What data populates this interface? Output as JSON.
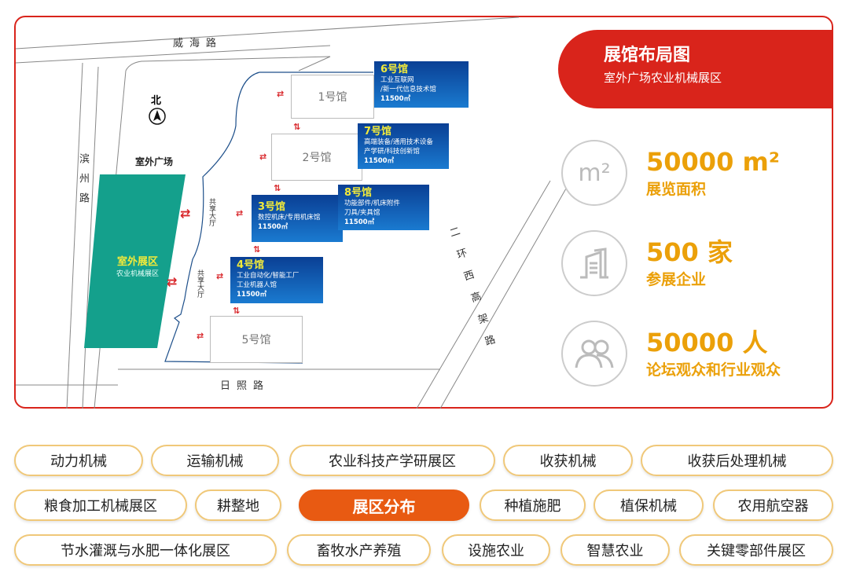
{
  "map": {
    "roads": {
      "north": "威海路",
      "west": "滨州路",
      "south": "日照路",
      "east": "二环西高架路"
    },
    "north_label": "北",
    "plaza_label": "室外广场",
    "outdoor_zone": {
      "title": "室外展区",
      "subtitle": "农业机械展区"
    },
    "lobby_label": "共享大厅",
    "halls_white": [
      "1号馆",
      "2号馆",
      "5号馆"
    ],
    "halls_blue": [
      {
        "title": "6号馆",
        "lines": [
          "工业互联网",
          "/新一代信息技术馆"
        ],
        "area": "11500㎡"
      },
      {
        "title": "7号馆",
        "lines": [
          "高端装备/通用技术设备",
          "产学研/科技创新馆"
        ],
        "area": "11500㎡"
      },
      {
        "title": "3号馆",
        "lines": [
          "数控机床/专用机床馆"
        ],
        "area": "11500㎡"
      },
      {
        "title": "8号馆",
        "lines": [
          "功能部件/机床附件",
          "刀具/夹具馆"
        ],
        "area": "11500㎡"
      },
      {
        "title": "4号馆",
        "lines": [
          "工业自动化/智能工厂",
          "工业机器人馆"
        ],
        "area": "11500㎡"
      }
    ]
  },
  "banner": {
    "title": "展馆布局图",
    "subtitle": "室外广场农业机械展区"
  },
  "stats": [
    {
      "icon": "area-icon",
      "value": "50000 m²",
      "label": "展览面积"
    },
    {
      "icon": "building-icon",
      "value": "500 家",
      "label": "参展企业"
    },
    {
      "icon": "people-icon",
      "value": "50000 人",
      "label": "论坛观众和行业观众"
    }
  ],
  "tags": [
    "动力机械",
    "运输机械",
    "农业科技产学研展区",
    "收获机械",
    "收获后处理机械",
    "粮食加工机械展区",
    "耕整地",
    "展区分布",
    "种植施肥",
    "植保机械",
    "农用航空器",
    "节水灌溉与水肥一体化展区",
    "畜牧水产养殖",
    "设施农业",
    "智慧农业",
    "关键零部件展区"
  ],
  "active_tag": "展区分布",
  "colors": {
    "frame": "#d9241b",
    "accent": "#eba009",
    "active": "#e85a12",
    "hall": "#0a3f94",
    "zone": "#14a08c"
  }
}
